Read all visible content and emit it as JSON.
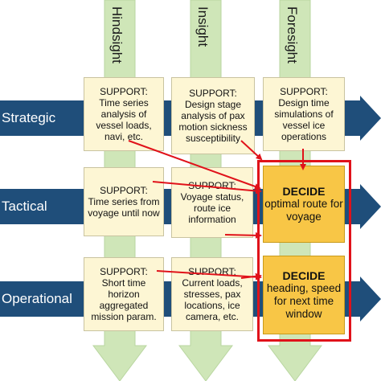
{
  "columns": [
    {
      "label": "Hindsight"
    },
    {
      "label": "Insight"
    },
    {
      "label": "Foresight"
    }
  ],
  "rows": [
    {
      "label": "Strategic"
    },
    {
      "label": "Tactical"
    },
    {
      "label": "Operational"
    }
  ],
  "support_boxes": {
    "strategic_hindsight": {
      "head": "SUPPORT:",
      "body": "Time series analysis of vessel loads, navi, etc."
    },
    "strategic_insight": {
      "head": "SUPPORT:",
      "body": "Design stage analysis of pax motion sickness susceptibility"
    },
    "strategic_foresight": {
      "head": "SUPPORT:",
      "body": "Design time simulations of vessel ice operations"
    },
    "tactical_hindsight": {
      "head": "SUPPORT:",
      "body": "Time series from voyage until now"
    },
    "tactical_insight": {
      "head": "SUPPORT:",
      "body": "Voyage status, route ice information"
    },
    "operational_hindsight": {
      "head": "SUPPORT:",
      "body": "Short time horizon aggregated mission param."
    },
    "operational_insight": {
      "head": "SUPPORT:",
      "body": "Current loads, stresses, pax locations, ice camera, etc."
    }
  },
  "decide_boxes": {
    "tactical": {
      "head": "DECIDE",
      "body": "optimal route for voyage"
    },
    "operational": {
      "head": "DECIDE",
      "body": "heading, speed for next time window"
    }
  },
  "colors": {
    "column_arrow_fill": "#cfe6b8",
    "row_arrow_fill": "#1f4e7a",
    "support_fill": "#fdf6d4",
    "decide_fill": "#f8c646",
    "connector": "#e0121a"
  }
}
